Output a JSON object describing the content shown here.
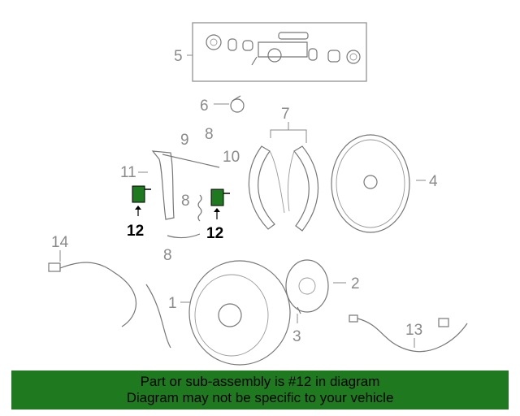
{
  "callouts": {
    "c1": "1",
    "c2": "2",
    "c3": "3",
    "c4": "4",
    "c5": "5",
    "c6": "6",
    "c7": "7",
    "c8a": "8",
    "c8b": "8",
    "c8c": "8",
    "c9": "9",
    "c10": "10",
    "c11": "11",
    "c12a": "12",
    "c12b": "12",
    "c13": "13",
    "c14": "14"
  },
  "banner": {
    "line1": "Part or sub-assembly is #12 in diagram",
    "line2": "Diagram may not be specific to your vehicle"
  },
  "colors": {
    "highlight": "#1f7a1f",
    "banner_bg": "#1f7a1f",
    "line_art": "#777777"
  }
}
